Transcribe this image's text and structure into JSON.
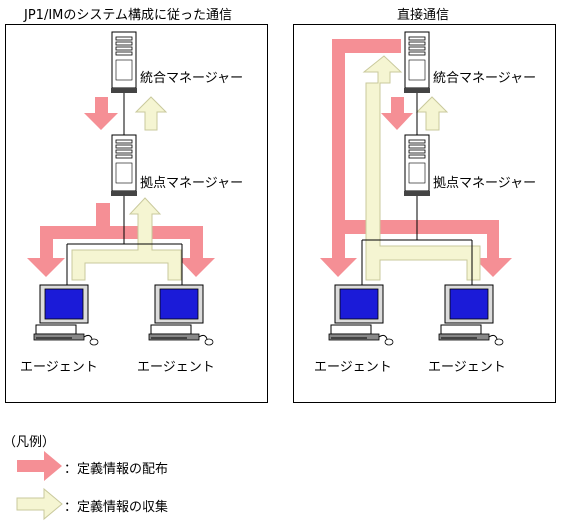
{
  "panels": {
    "left_title": "JP1/IMのシステム構成に従った通信",
    "right_title": "直接通信"
  },
  "labels": {
    "integrated_manager": "統合マネージャー",
    "base_manager": "拠点マネージャー",
    "agent": "エージェント"
  },
  "legend": {
    "heading": "（凡例）",
    "distribution": "：定義情報の配布",
    "collection": "：定義情報の収集"
  },
  "colors": {
    "distribution_arrow": "#f58f95",
    "collection_arrow": "#f5f5d2",
    "collection_arrow_border": "#c9c99c",
    "monitor_screen": "#1b1bd8"
  }
}
